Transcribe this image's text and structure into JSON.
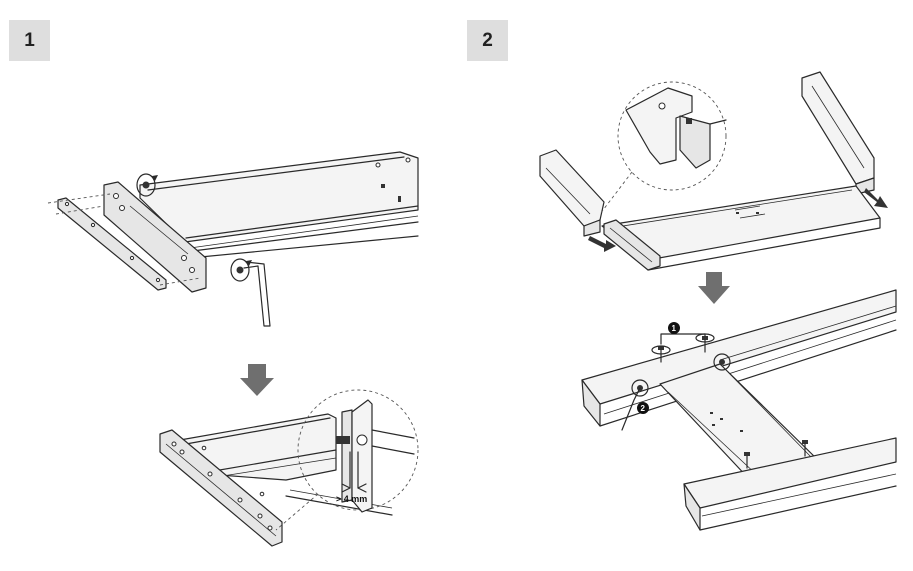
{
  "steps": [
    {
      "number": "1"
    },
    {
      "number": "2"
    }
  ],
  "step1": {
    "gap_label": "> 4 mm"
  },
  "step2": {
    "callout_1": "1",
    "callout_2": "2"
  },
  "colors": {
    "badge_bg": "#dedede",
    "arrow": "#6f6f6f",
    "line": "#2a2a2a"
  },
  "icons": [
    "rotate-arrow-icon",
    "down-arrow-icon",
    "hex-key-icon",
    "screw-icon"
  ]
}
